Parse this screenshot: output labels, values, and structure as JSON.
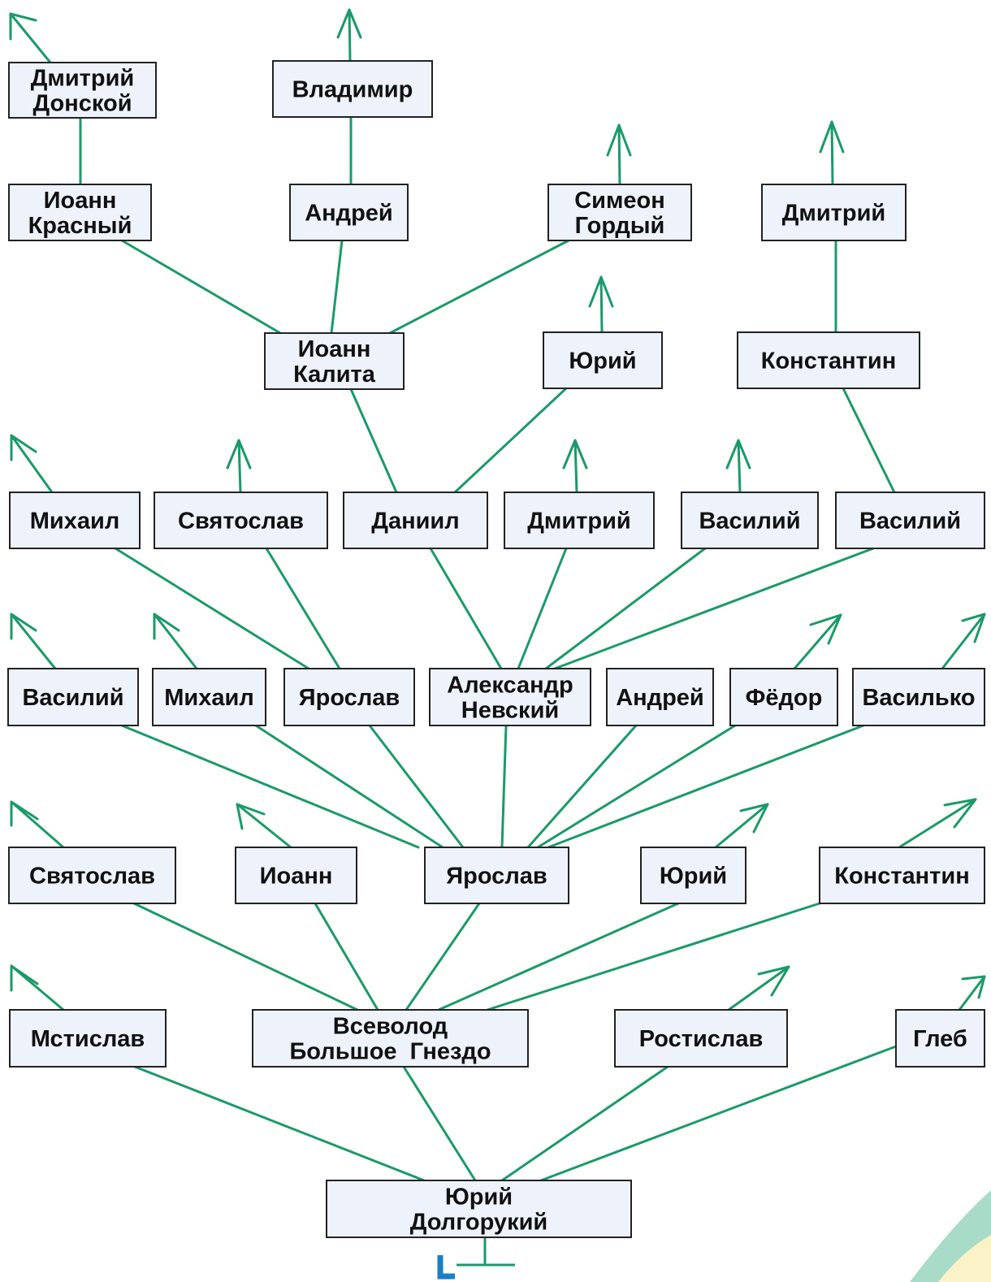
{
  "persons": [
    {
      "id": "dmitry_donskoy",
      "lines": [
        "Дмитрий",
        "Донской"
      ]
    },
    {
      "id": "vladimir",
      "lines": [
        "Владимир"
      ]
    },
    {
      "id": "ioann_krasny",
      "lines": [
        "Иоанн",
        "Красный"
      ]
    },
    {
      "id": "andrey_3",
      "lines": [
        "Андрей"
      ]
    },
    {
      "id": "simeon",
      "lines": [
        "Симеон",
        "Гордый"
      ]
    },
    {
      "id": "dmitry_3",
      "lines": [
        "Дмитрий"
      ]
    },
    {
      "id": "ioann_kalita",
      "lines": [
        "Иоанн",
        "Калита"
      ]
    },
    {
      "id": "yury_3",
      "lines": [
        "Юрий"
      ]
    },
    {
      "id": "konstantin_3",
      "lines": [
        "Константин"
      ]
    },
    {
      "id": "mikhail_2",
      "lines": [
        "Михаил"
      ]
    },
    {
      "id": "svyatoslav_2",
      "lines": [
        "Святослав"
      ]
    },
    {
      "id": "daniil",
      "lines": [
        "Даниил"
      ]
    },
    {
      "id": "dmitry_2",
      "lines": [
        "Дмитрий"
      ]
    },
    {
      "id": "vasily_2a",
      "lines": [
        "Василий"
      ]
    },
    {
      "id": "vasily_2b",
      "lines": [
        "Василий"
      ]
    },
    {
      "id": "vasily_1",
      "lines": [
        "Василий"
      ]
    },
    {
      "id": "mikhail_1",
      "lines": [
        "Михаил"
      ]
    },
    {
      "id": "yaroslav_1",
      "lines": [
        "Ярослав"
      ]
    },
    {
      "id": "nevsky",
      "lines": [
        "Александр",
        "Невский"
      ]
    },
    {
      "id": "andrey_1",
      "lines": [
        "Андрей"
      ]
    },
    {
      "id": "fyodor",
      "lines": [
        "Фёдор"
      ]
    },
    {
      "id": "vasilko",
      "lines": [
        "Василько"
      ]
    },
    {
      "id": "svyatoslav_0",
      "lines": [
        "Святослав"
      ]
    },
    {
      "id": "ioann_0",
      "lines": [
        "Иоанн"
      ]
    },
    {
      "id": "yaroslav_0",
      "lines": [
        "Ярослав"
      ]
    },
    {
      "id": "yury_0",
      "lines": [
        "Юрий"
      ]
    },
    {
      "id": "konstantin_0",
      "lines": [
        "Константин"
      ]
    },
    {
      "id": "mstislav",
      "lines": [
        "Мстислав"
      ]
    },
    {
      "id": "vsevolod",
      "lines": [
        "Всеволод",
        "Большое  Гнездо"
      ]
    },
    {
      "id": "rostislav",
      "lines": [
        "Ростислав"
      ]
    },
    {
      "id": "gleb",
      "lines": [
        "Глеб"
      ]
    },
    {
      "id": "dolgoruky",
      "lines": [
        "Юрий",
        "Долгорукий"
      ]
    }
  ],
  "relations": [
    [
      "dolgoruky",
      "mstislav"
    ],
    [
      "dolgoruky",
      "vsevolod"
    ],
    [
      "dolgoruky",
      "rostislav"
    ],
    [
      "dolgoruky",
      "gleb"
    ],
    [
      "vsevolod",
      "svyatoslav_0"
    ],
    [
      "vsevolod",
      "ioann_0"
    ],
    [
      "vsevolod",
      "yaroslav_0"
    ],
    [
      "vsevolod",
      "yury_0"
    ],
    [
      "vsevolod",
      "konstantin_0"
    ],
    [
      "yaroslav_0",
      "vasily_1"
    ],
    [
      "yaroslav_0",
      "mikhail_1"
    ],
    [
      "yaroslav_0",
      "yaroslav_1"
    ],
    [
      "yaroslav_0",
      "nevsky"
    ],
    [
      "yaroslav_0",
      "andrey_1"
    ],
    [
      "yaroslav_0",
      "fyodor"
    ],
    [
      "yaroslav_0",
      "vasilko"
    ],
    [
      "yaroslav_1",
      "mikhail_2"
    ],
    [
      "yaroslav_1",
      "svyatoslav_2"
    ],
    [
      "nevsky",
      "daniil"
    ],
    [
      "nevsky",
      "dmitry_2"
    ],
    [
      "nevsky",
      "vasily_2a"
    ],
    [
      "nevsky",
      "vasily_2b"
    ],
    [
      "daniil",
      "ioann_kalita"
    ],
    [
      "daniil",
      "yury_3"
    ],
    [
      "vasily_2b",
      "konstantin_3"
    ],
    [
      "ioann_kalita",
      "ioann_krasny"
    ],
    [
      "ioann_kalita",
      "andrey_3"
    ],
    [
      "ioann_kalita",
      "simeon"
    ],
    [
      "konstantin_3",
      "dmitry_3"
    ],
    [
      "ioann_krasny",
      "dmitry_donskoy"
    ],
    [
      "andrey_3",
      "vladimir"
    ]
  ],
  "continues": [
    "dmitry_donskoy",
    "vladimir",
    "simeon",
    "dmitry_3",
    "yury_3",
    "mikhail_2",
    "svyatoslav_2",
    "dmitry_2",
    "vasily_2a",
    "vasily_1",
    "mikhail_1",
    "fyodor",
    "vasilko",
    "svyatoslav_0",
    "ioann_0",
    "yury_0",
    "konstantin_0",
    "mstislav",
    "rostislav",
    "gleb"
  ]
}
